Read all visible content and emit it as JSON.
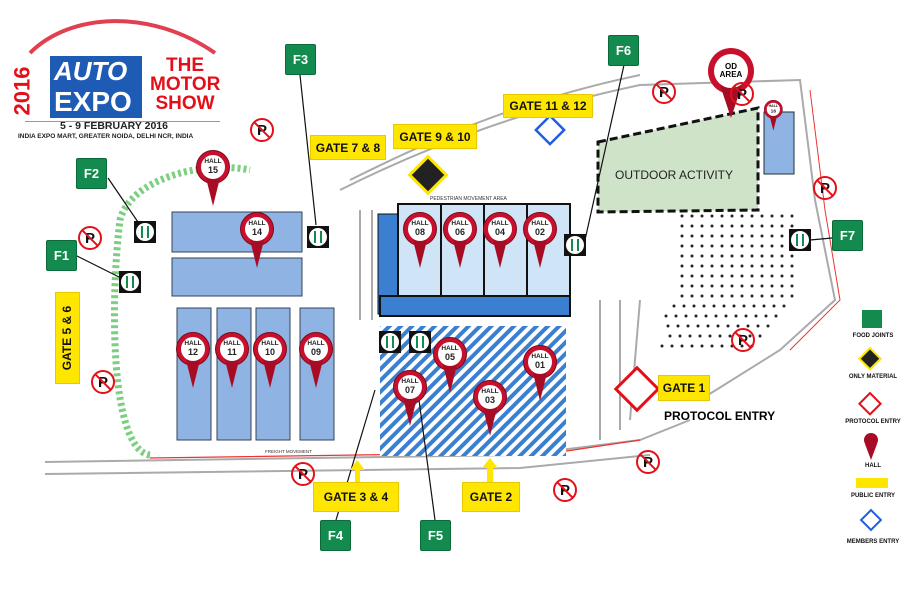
{
  "logo": {
    "year": "2016",
    "brand_line1": "AUTO",
    "brand_line2": "EXPO",
    "tagline": [
      "THE",
      "MOTOR",
      "SHOW"
    ],
    "dates": "5 - 9 FEBRUARY 2016",
    "venue": "INDIA EXPO MART, GREATER NOIDA, DELHI NCR, INDIA"
  },
  "food_joints": [
    "F1",
    "F2",
    "F3",
    "F4",
    "F5",
    "F6",
    "F7"
  ],
  "gates": {
    "g78": "GATE 7 & 8",
    "g910": "GATE 9 & 10",
    "g1112": "GATE 11 & 12",
    "g56": "GATE 5 & 6",
    "g34": "GATE 3 & 4",
    "g2": "GATE 2",
    "g1": "GATE 1"
  },
  "protocol_entry_label": "PROTOCOL ENTRY",
  "outdoor_activity_label": "OUTDOOR ACTIVITY",
  "od_area": {
    "line1": "OD",
    "line2": "AREA"
  },
  "pedestrian_label": "PEDESTRIAN MOVEMENT AREA",
  "freight_label": "FREIGHT MOVEMENT",
  "hall_word": "HALL",
  "halls": [
    "15",
    "14",
    "12",
    "11",
    "10",
    "09",
    "08",
    "06",
    "04",
    "02",
    "07",
    "05",
    "03",
    "01",
    "16"
  ],
  "parking_symbol": "P",
  "legend": {
    "food": "FOOD JOINTS",
    "material": "ONLY MATERIAL",
    "protocol": "PROTOCOL ENTRY",
    "hall": "HALL",
    "public": "PUBLIC ENTRY",
    "members": "MEMBERS ENTRY"
  },
  "colors": {
    "food": "#138a4e",
    "gate": "#ffe600",
    "pin": "#c8102e",
    "hall": "#8fb4e3",
    "protocol": "#e3101a",
    "members": "#1f5fe0"
  }
}
